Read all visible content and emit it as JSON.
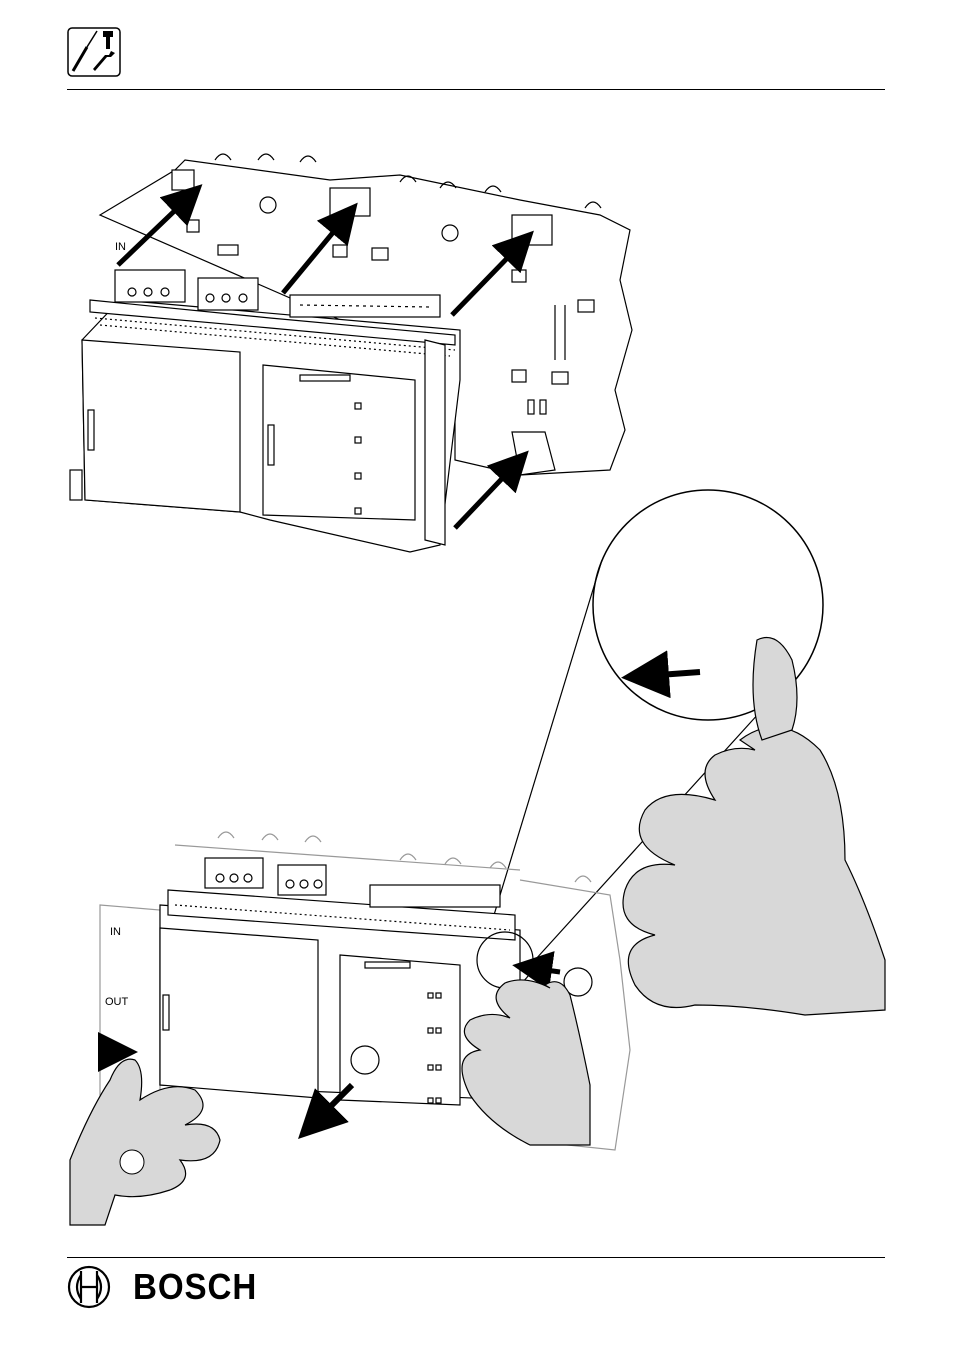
{
  "header": {
    "icon": "tools-icon"
  },
  "figure": {
    "labels": {
      "in_top": "IN",
      "in_bottom": "IN",
      "out": "OUT"
    }
  },
  "footer": {
    "brand": "BOSCH",
    "logo": "bosch-armature-icon"
  }
}
